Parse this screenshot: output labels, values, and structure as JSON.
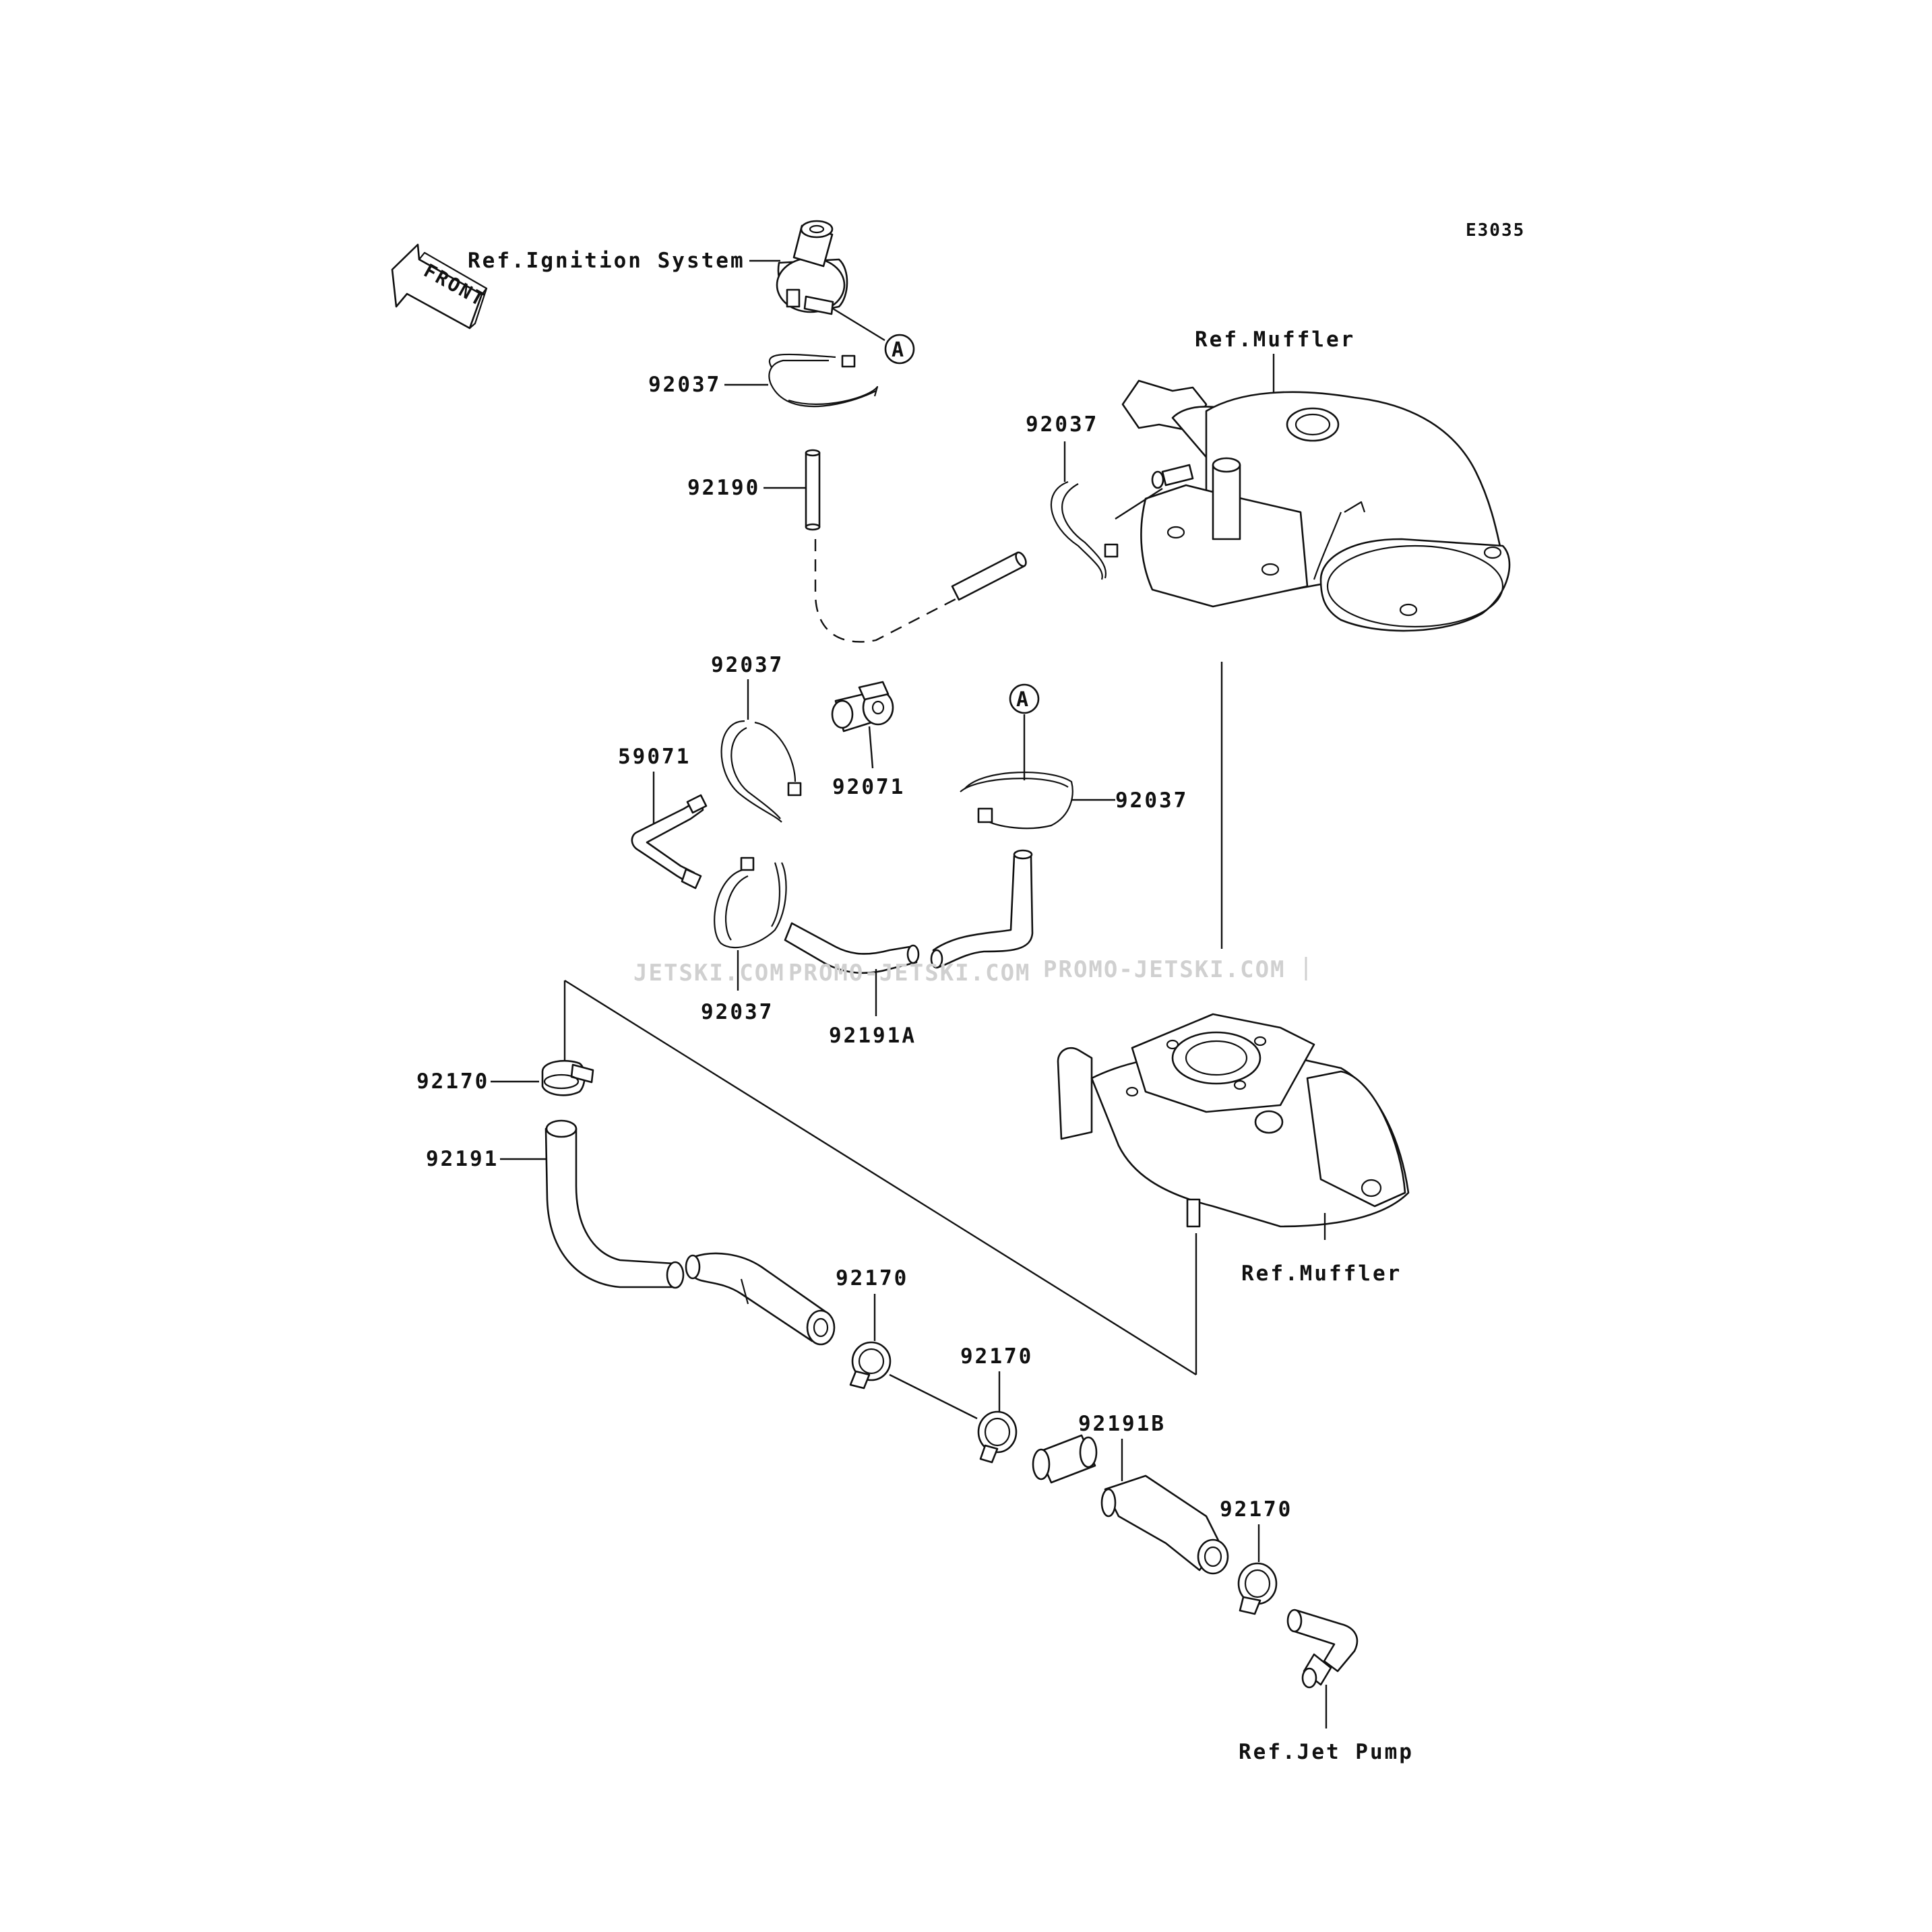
{
  "diagram_code": "E3035",
  "front_arrow": {
    "label": "FRONT",
    "icon": "front-arrow-icon"
  },
  "watermarks": [
    "JETSKI.COM",
    "PROMO-JETSKI.COM",
    "PROMO-JETSKI.COM"
  ],
  "references": {
    "ignition": "Ref.Ignition System",
    "muffler_upper": "Ref.Muffler",
    "muffler_lower": "Ref.Muffler",
    "jet_pump": "Ref.Jet Pump"
  },
  "marker_letter": "A",
  "parts": {
    "clamp_top": "92037",
    "hose_92190": "92190",
    "clamp_muffler": "92037",
    "clamp_mid_left": "92037",
    "fitting_92071": "92071",
    "pipe_59071": "59071",
    "clamp_right_a": "92037",
    "clamp_lower_left": "92037",
    "hose_92191a": "92191A",
    "clamp_92170_top": "92170",
    "hose_92191": "92191",
    "clamp_92170_mid1": "92170",
    "clamp_92170_mid2": "92170",
    "hose_92191b": "92191B",
    "clamp_92170_bottom": "92170"
  }
}
